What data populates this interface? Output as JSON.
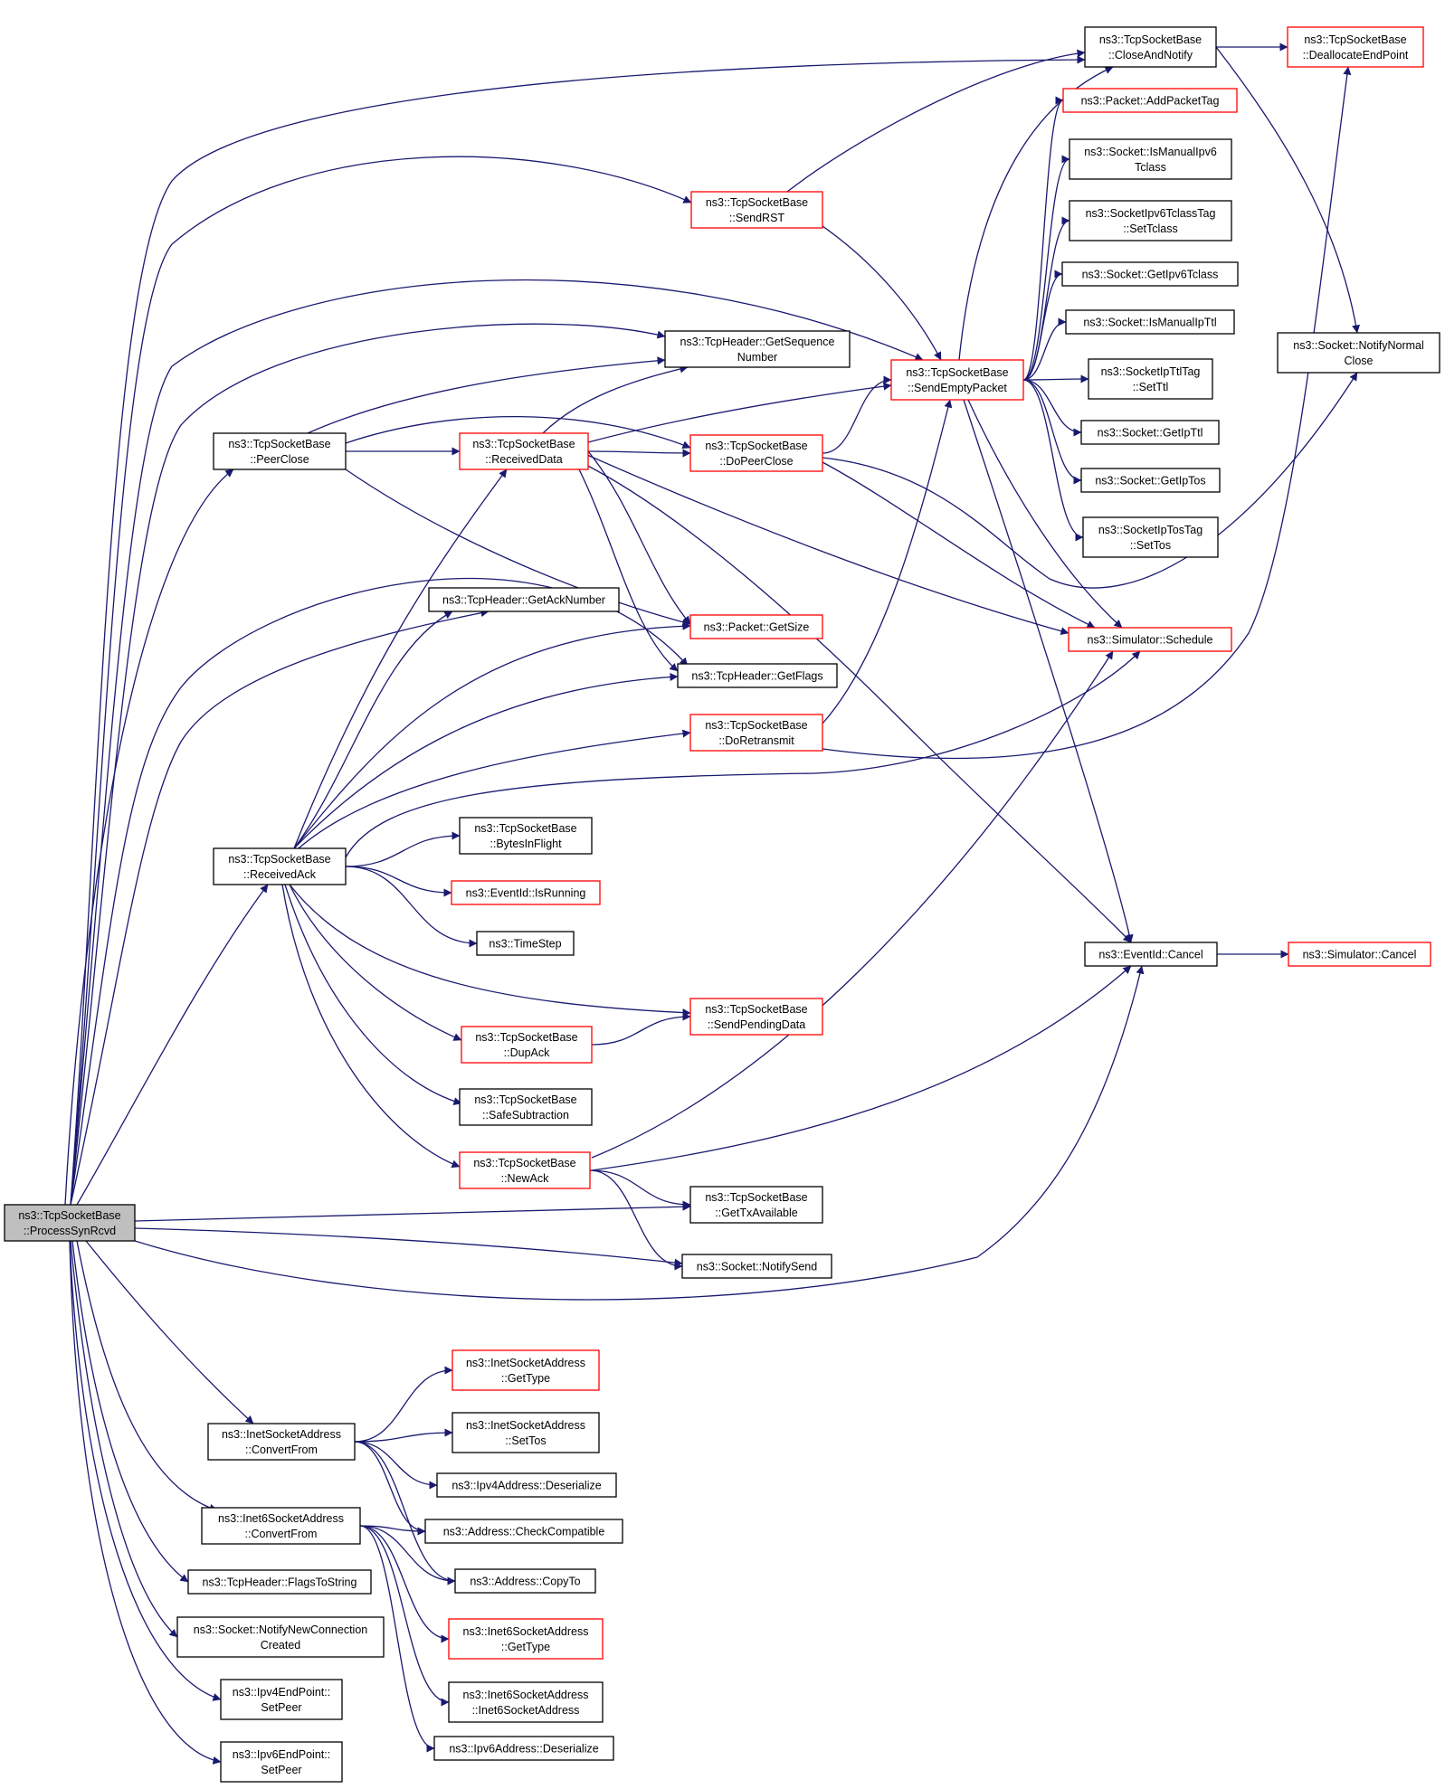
{
  "colors": {
    "edge": "#191970",
    "boxed_black": "#000000",
    "boxed_red": "#ff0000",
    "focus_fill": "#bfbfbf"
  },
  "nodes": [
    {
      "id": "psr",
      "lines": [
        "ns3::TcpSocketBase",
        "::ProcessSynRcvd"
      ],
      "border": "black",
      "focus": true
    },
    {
      "id": "pclose",
      "lines": [
        "ns3::TcpSocketBase",
        "::PeerClose"
      ],
      "border": "black"
    },
    {
      "id": "rack",
      "lines": [
        "ns3::TcpSocketBase",
        "::ReceivedAck"
      ],
      "border": "black"
    },
    {
      "id": "isa_cf",
      "lines": [
        "ns3::InetSocketAddress",
        "::ConvertFrom"
      ],
      "border": "black"
    },
    {
      "id": "i6sa_cf",
      "lines": [
        "ns3::Inet6SocketAddress",
        "::ConvertFrom"
      ],
      "border": "black"
    },
    {
      "id": "fts",
      "lines": [
        "ns3::TcpHeader::FlagsToString"
      ],
      "border": "black"
    },
    {
      "id": "nnc",
      "lines": [
        "ns3::Socket::NotifyNewConnection",
        "Created"
      ],
      "border": "black"
    },
    {
      "id": "ip4ep",
      "lines": [
        "ns3::Ipv4EndPoint::",
        "SetPeer"
      ],
      "border": "black"
    },
    {
      "id": "ip6ep",
      "lines": [
        "ns3::Ipv6EndPoint::",
        "SetPeer"
      ],
      "border": "black"
    },
    {
      "id": "rdata",
      "lines": [
        "ns3::TcpSocketBase",
        "::ReceivedData"
      ],
      "border": "red"
    },
    {
      "id": "gack",
      "lines": [
        "ns3::TcpHeader::GetAckNumber"
      ],
      "border": "black"
    },
    {
      "id": "bif",
      "lines": [
        "ns3::TcpSocketBase",
        "::BytesInFlight"
      ],
      "border": "black"
    },
    {
      "id": "isrun",
      "lines": [
        "ns3::EventId::IsRunning"
      ],
      "border": "red"
    },
    {
      "id": "tstep",
      "lines": [
        "ns3::TimeStep"
      ],
      "border": "black"
    },
    {
      "id": "dupack",
      "lines": [
        "ns3::TcpSocketBase",
        "::DupAck"
      ],
      "border": "red"
    },
    {
      "id": "safesub",
      "lines": [
        "ns3::TcpSocketBase",
        "::SafeSubtraction"
      ],
      "border": "black"
    },
    {
      "id": "newack",
      "lines": [
        "ns3::TcpSocketBase",
        "::NewAck"
      ],
      "border": "red"
    },
    {
      "id": "isa_gt",
      "lines": [
        "ns3::InetSocketAddress",
        "::GetType"
      ],
      "border": "red"
    },
    {
      "id": "isa_st",
      "lines": [
        "ns3::InetSocketAddress",
        "::SetTos"
      ],
      "border": "black"
    },
    {
      "id": "ip4des",
      "lines": [
        "ns3::Ipv4Address::Deserialize"
      ],
      "border": "black"
    },
    {
      "id": "addrcc",
      "lines": [
        "ns3::Address::CheckCompatible"
      ],
      "border": "black"
    },
    {
      "id": "addrct",
      "lines": [
        "ns3::Address::CopyTo"
      ],
      "border": "black"
    },
    {
      "id": "i6sa_gt",
      "lines": [
        "ns3::Inet6SocketAddress",
        "::GetType"
      ],
      "border": "red"
    },
    {
      "id": "i6sa_c",
      "lines": [
        "ns3::Inet6SocketAddress",
        "::Inet6SocketAddress"
      ],
      "border": "black"
    },
    {
      "id": "ip6des",
      "lines": [
        "ns3::Ipv6Address::Deserialize"
      ],
      "border": "black"
    },
    {
      "id": "sendrst",
      "lines": [
        "ns3::TcpSocketBase",
        "::SendRST"
      ],
      "border": "red"
    },
    {
      "id": "gseq",
      "lines": [
        "ns3::TcpHeader::GetSequence",
        "Number"
      ],
      "border": "black"
    },
    {
      "id": "dpc",
      "lines": [
        "ns3::TcpSocketBase",
        "::DoPeerClose"
      ],
      "border": "red"
    },
    {
      "id": "psize",
      "lines": [
        "ns3::Packet::GetSize"
      ],
      "border": "red"
    },
    {
      "id": "gflags",
      "lines": [
        "ns3::TcpHeader::GetFlags"
      ],
      "border": "black"
    },
    {
      "id": "doretx",
      "lines": [
        "ns3::TcpSocketBase",
        "::DoRetransmit"
      ],
      "border": "red"
    },
    {
      "id": "spd",
      "lines": [
        "ns3::TcpSocketBase",
        "::SendPendingData"
      ],
      "border": "red"
    },
    {
      "id": "gtxa",
      "lines": [
        "ns3::TcpSocketBase",
        "::GetTxAvailable"
      ],
      "border": "black"
    },
    {
      "id": "nsend",
      "lines": [
        "ns3::Socket::NotifySend"
      ],
      "border": "black"
    },
    {
      "id": "sep",
      "lines": [
        "ns3::TcpSocketBase",
        "::SendEmptyPacket"
      ],
      "border": "red"
    },
    {
      "id": "can",
      "lines": [
        "ns3::TcpSocketBase",
        "::CloseAndNotify"
      ],
      "border": "black"
    },
    {
      "id": "apt",
      "lines": [
        "ns3::Packet::AddPacketTag"
      ],
      "border": "red"
    },
    {
      "id": "imi6",
      "lines": [
        "ns3::Socket::IsManualIpv6",
        "Tclass"
      ],
      "border": "black"
    },
    {
      "id": "si6tt",
      "lines": [
        "ns3::SocketIpv6TclassTag",
        "::SetTclass"
      ],
      "border": "black"
    },
    {
      "id": "gi6tc",
      "lines": [
        "ns3::Socket::GetIpv6Tclass"
      ],
      "border": "black"
    },
    {
      "id": "imttl",
      "lines": [
        "ns3::Socket::IsManualIpTtl"
      ],
      "border": "black"
    },
    {
      "id": "sttlt",
      "lines": [
        "ns3::SocketIpTtlTag",
        "::SetTtl"
      ],
      "border": "black"
    },
    {
      "id": "gttl",
      "lines": [
        "ns3::Socket::GetIpTtl"
      ],
      "border": "black"
    },
    {
      "id": "gtos",
      "lines": [
        "ns3::Socket::GetIpTos"
      ],
      "border": "black"
    },
    {
      "id": "stost",
      "lines": [
        "ns3::SocketIpTosTag",
        "::SetTos"
      ],
      "border": "black"
    },
    {
      "id": "sched",
      "lines": [
        "ns3::Simulator::Schedule"
      ],
      "border": "red"
    },
    {
      "id": "evcancel",
      "lines": [
        "ns3::EventId::Cancel"
      ],
      "border": "black"
    },
    {
      "id": "dep",
      "lines": [
        "ns3::TcpSocketBase",
        "::DeallocateEndPoint"
      ],
      "border": "red"
    },
    {
      "id": "nnclose",
      "lines": [
        "ns3::Socket::NotifyNormal",
        "Close"
      ],
      "border": "black"
    },
    {
      "id": "simcancel",
      "lines": [
        "ns3::Simulator::Cancel"
      ],
      "border": "red"
    }
  ],
  "edges": [
    [
      "psr",
      "can"
    ],
    [
      "psr",
      "sendrst"
    ],
    [
      "psr",
      "sep"
    ],
    [
      "psr",
      "gseq"
    ],
    [
      "psr",
      "pclose"
    ],
    [
      "psr",
      "gflags"
    ],
    [
      "psr",
      "gack"
    ],
    [
      "psr",
      "rack"
    ],
    [
      "psr",
      "gtxa"
    ],
    [
      "psr",
      "nsend"
    ],
    [
      "psr",
      "evcancel"
    ],
    [
      "psr",
      "isa_cf"
    ],
    [
      "psr",
      "i6sa_cf"
    ],
    [
      "psr",
      "fts"
    ],
    [
      "psr",
      "nnc"
    ],
    [
      "psr",
      "ip4ep"
    ],
    [
      "psr",
      "ip6ep"
    ],
    [
      "pclose",
      "gseq"
    ],
    [
      "pclose",
      "rdata"
    ],
    [
      "pclose",
      "dpc"
    ],
    [
      "pclose",
      "psize"
    ],
    [
      "rdata",
      "gseq"
    ],
    [
      "rdata",
      "sep"
    ],
    [
      "rdata",
      "dpc"
    ],
    [
      "rdata",
      "psize"
    ],
    [
      "rdata",
      "gflags"
    ],
    [
      "rdata",
      "sched"
    ],
    [
      "rdata",
      "evcancel"
    ],
    [
      "rack",
      "rdata"
    ],
    [
      "rack",
      "gack"
    ],
    [
      "rack",
      "psize"
    ],
    [
      "rack",
      "gflags"
    ],
    [
      "rack",
      "doretx"
    ],
    [
      "rack",
      "sched"
    ],
    [
      "rack",
      "bif"
    ],
    [
      "rack",
      "isrun"
    ],
    [
      "rack",
      "tstep"
    ],
    [
      "rack",
      "spd"
    ],
    [
      "rack",
      "dupack"
    ],
    [
      "rack",
      "safesub"
    ],
    [
      "rack",
      "newack"
    ],
    [
      "dupack",
      "spd"
    ],
    [
      "newack",
      "sched"
    ],
    [
      "newack",
      "evcancel"
    ],
    [
      "newack",
      "gtxa"
    ],
    [
      "newack",
      "nsend"
    ],
    [
      "isa_cf",
      "isa_gt"
    ],
    [
      "isa_cf",
      "isa_st"
    ],
    [
      "isa_cf",
      "ip4des"
    ],
    [
      "isa_cf",
      "addrcc"
    ],
    [
      "isa_cf",
      "addrct"
    ],
    [
      "i6sa_cf",
      "addrcc"
    ],
    [
      "i6sa_cf",
      "addrct"
    ],
    [
      "i6sa_cf",
      "i6sa_gt"
    ],
    [
      "i6sa_cf",
      "i6sa_c"
    ],
    [
      "i6sa_cf",
      "ip6des"
    ],
    [
      "sendrst",
      "can"
    ],
    [
      "sendrst",
      "sep"
    ],
    [
      "dpc",
      "sep"
    ],
    [
      "dpc",
      "sched"
    ],
    [
      "dpc",
      "nnclose"
    ],
    [
      "doretx",
      "sep"
    ],
    [
      "doretx",
      "dep"
    ],
    [
      "sep",
      "can"
    ],
    [
      "sep",
      "apt"
    ],
    [
      "sep",
      "imi6"
    ],
    [
      "sep",
      "si6tt"
    ],
    [
      "sep",
      "gi6tc"
    ],
    [
      "sep",
      "imttl"
    ],
    [
      "sep",
      "sttlt"
    ],
    [
      "sep",
      "gttl"
    ],
    [
      "sep",
      "gtos"
    ],
    [
      "sep",
      "stost"
    ],
    [
      "sep",
      "sched"
    ],
    [
      "sep",
      "evcancel"
    ],
    [
      "can",
      "dep"
    ],
    [
      "can",
      "nnclose"
    ],
    [
      "evcancel",
      "simcancel"
    ]
  ]
}
